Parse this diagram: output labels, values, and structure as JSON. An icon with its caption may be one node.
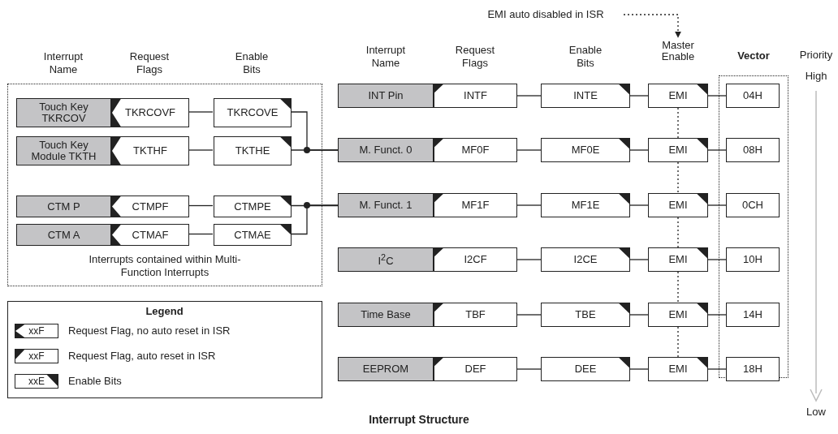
{
  "diagram": {
    "caption": "Interrupt Structure",
    "nodes": [
      {
        "text": [
          "Interrupts contained within Multi-Function Interrupts"
        ]
      },
      {
        "text": [
          "Touch Key TKRCOV"
        ],
        "in": 0
      },
      {
        "text": [
          "TKRCOVF"
        ],
        "in": 0
      },
      {
        "text": [
          "TKRCOVE"
        ],
        "in": 0
      },
      {
        "text": [
          "Touch Key Module TKTH"
        ],
        "in": 0
      },
      {
        "text": [
          "TKTHF"
        ],
        "in": 0
      },
      {
        "text": [
          "TKTHE"
        ],
        "in": 0
      },
      {
        "text": [
          "CTM P"
        ],
        "in": 0
      },
      {
        "text": [
          "CTMPF"
        ],
        "in": 0
      },
      {
        "text": [
          "CTMPE"
        ],
        "in": 0
      },
      {
        "text": [
          "CTM A"
        ],
        "in": 0
      },
      {
        "text": [
          "CTMAF"
        ],
        "in": 0
      },
      {
        "text": [
          "CTMAE"
        ],
        "in": 0
      },
      {
        "text": [
          "EMI auto disabled in ISR"
        ]
      },
      {
        "text": [
          "Master Enable"
        ]
      },
      {
        "text": [
          "Vector"
        ]
      },
      {
        "text": [
          "INT Pin"
        ]
      },
      {
        "text": [
          "INTF"
        ]
      },
      {
        "text": [
          "INTE"
        ]
      },
      {
        "text": [
          "EMI"
        ]
      },
      {
        "text": [
          "04H"
        ],
        "in": 15
      },
      {
        "text": [
          "M. Funct. 0"
        ]
      },
      {
        "text": [
          "MF0F"
        ]
      },
      {
        "text": [
          "MF0E"
        ]
      },
      {
        "text": [
          "EMI"
        ]
      },
      {
        "text": [
          "08H"
        ],
        "in": 15
      },
      {
        "text": [
          "M. Funct. 1"
        ]
      },
      {
        "text": [
          "MF1F"
        ]
      },
      {
        "text": [
          "MF1E"
        ]
      },
      {
        "text": [
          "EMI"
        ]
      },
      {
        "text": [
          "0CH"
        ],
        "in": 15
      },
      {
        "text": [
          "I$^{2}$C"
        ]
      },
      {
        "text": [
          "I2CF"
        ]
      },
      {
        "text": [
          "I2CE"
        ]
      },
      {
        "text": [
          "EMI"
        ]
      },
      {
        "text": [
          "10H"
        ],
        "in": 15
      },
      {
        "text": [
          "Time Base"
        ]
      },
      {
        "text": [
          "TBF"
        ]
      },
      {
        "text": [
          "TBE"
        ]
      },
      {
        "text": [
          "EMI"
        ]
      },
      {
        "text": [
          "14H"
        ],
        "in": 15
      },
      {
        "text": [
          "EEPROM"
        ]
      },
      {
        "text": [
          "DEF"
        ]
      },
      {
        "text": [
          "DEE"
        ]
      },
      {
        "text": [
          "EMI"
        ]
      },
      {
        "text": [
          "18H"
        ],
        "in": 15
      }
    ],
    "edges": [
      {
        "from": 2,
        "to": 3,
        "arrow": "none"
      },
      {
        "from": 5,
        "to": 6,
        "arrow": "none"
      },
      {
        "from": 8,
        "to": 9,
        "arrow": "none"
      },
      {
        "from": 11,
        "to": 12,
        "arrow": "none"
      },
      {
        "from": 3,
        "to": 21,
        "arrow": "none"
      },
      {
        "from": 6,
        "to": 21,
        "arrow": "none"
      },
      {
        "from": 9,
        "to": 26,
        "arrow": "none"
      },
      {
        "from": 12,
        "to": 26,
        "arrow": "none"
      },
      {
        "from": 17,
        "to": 18,
        "arrow": "none"
      },
      {
        "from": 18,
        "to": 19,
        "arrow": "none"
      },
      {
        "from": 19,
        "to": 20,
        "arrow": "none"
      },
      {
        "from": 22,
        "to": 23,
        "arrow": "none"
      },
      {
        "from": 23,
        "to": 24,
        "arrow": "none"
      },
      {
        "from": 24,
        "to": 25,
        "arrow": "none"
      },
      {
        "from": 27,
        "to": 28,
        "arrow": "none"
      },
      {
        "from": 28,
        "to": 29,
        "arrow": "none"
      },
      {
        "from": 29,
        "to": 30,
        "arrow": "none"
      },
      {
        "from": 32,
        "to": 33,
        "arrow": "none"
      },
      {
        "from": 33,
        "to": 34,
        "arrow": "none"
      },
      {
        "from": 34,
        "to": 35,
        "arrow": "none"
      },
      {
        "from": 37,
        "to": 38,
        "arrow": "none"
      },
      {
        "from": 38,
        "to": 39,
        "arrow": "none"
      },
      {
        "from": 39,
        "to": 40,
        "arrow": "none"
      },
      {
        "from": 42,
        "to": 43,
        "arrow": "none"
      },
      {
        "from": 43,
        "to": 44,
        "arrow": "none"
      },
      {
        "from": 44,
        "to": 45,
        "arrow": "none"
      },
      {
        "from": 13,
        "to": 14,
        "arrow": "to",
        "style": "dashed"
      },
      {
        "from": 19,
        "to": 24,
        "arrow": "none",
        "style": "dashed"
      },
      {
        "from": 24,
        "to": 29,
        "arrow": "none",
        "style": "dashed"
      },
      {
        "from": 29,
        "to": 34,
        "arrow": "none",
        "style": "dashed"
      },
      {
        "from": 34,
        "to": 39,
        "arrow": "none",
        "style": "dashed"
      },
      {
        "from": 39,
        "to": 44,
        "arrow": "none",
        "style": "dashed"
      }
    ],
    "labels": [
      "Interrupt Name",
      "Request Flags",
      "Enable Bits",
      "Interrupt Name",
      "Request Flags",
      "Enable Bits",
      "Priority",
      "High",
      "Low",
      "Legend",
      "xxF",
      "xxF",
      "xxE"
    ],
    "legend": [
      {
        "text": "Request Flag, no auto reset in ISR"
      },
      {
        "text": "Request Flag, auto reset in ISR"
      },
      {
        "text": "Enable Bits"
      }
    ]
  }
}
